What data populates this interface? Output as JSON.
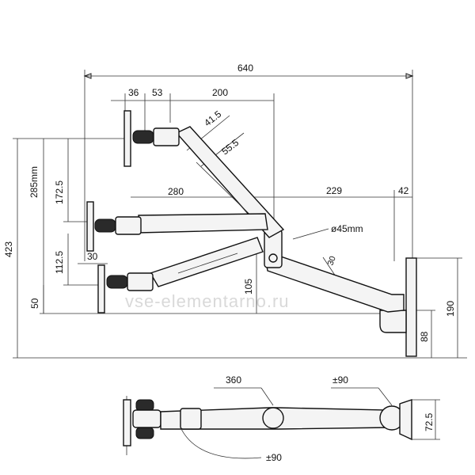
{
  "dimensions": {
    "total_width": "640",
    "d36": "36",
    "d53": "53",
    "d200": "200",
    "d41_5": "41.5",
    "d55_5": "55.5",
    "d285": "285mm",
    "d172_5": "172.5",
    "d280": "280",
    "d229": "229",
    "d42": "42",
    "d423": "423",
    "d112_5": "112.5",
    "d30_left": "30",
    "d45": "ø45mm",
    "d30_angle": "30",
    "d105": "105",
    "d50": "50",
    "d190": "190",
    "d88": "88",
    "d360": "360",
    "d90_top": "±90",
    "d72_5": "72.5",
    "d90_bottom": "±90"
  },
  "watermark": "vse-elementarno.ru"
}
